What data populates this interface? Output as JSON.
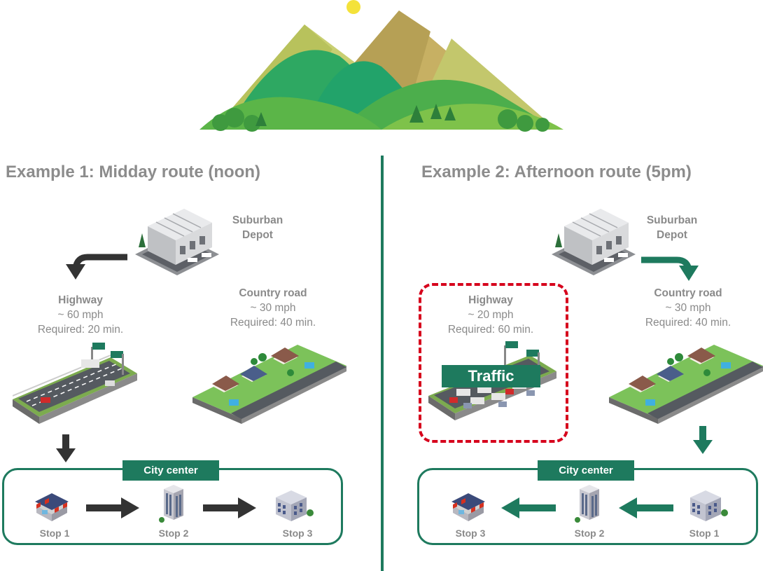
{
  "example1": {
    "title": "Example 1: Midday route (noon)",
    "depot": {
      "line1": "Suburban",
      "line2": "Depot"
    },
    "highway": {
      "name": "Highway",
      "speed": "~ 60 mph",
      "required": "Required: 20 min."
    },
    "country": {
      "name": "Country road",
      "speed": "~ 30 mph",
      "required": "Required: 40 min."
    },
    "city_label": "City center",
    "stops": [
      "Stop 1",
      "Stop 2",
      "Stop 3"
    ]
  },
  "example2": {
    "title": "Example 2: Afternoon route (5pm)",
    "depot": {
      "line1": "Suburban",
      "line2": "Depot"
    },
    "highway": {
      "name": "Highway",
      "speed": "~ 20 mph",
      "required": "Required: 60 min."
    },
    "traffic_label": "Traffic",
    "country": {
      "name": "Country road",
      "speed": "~ 30 mph",
      "required": "Required: 40 min."
    },
    "city_label": "City center",
    "stops": [
      "Stop 3",
      "Stop 2",
      "Stop 1"
    ]
  },
  "colors": {
    "accent": "#1e7a5e",
    "arrow_dark": "#333333",
    "traffic_red": "#d6001c",
    "text_gray": "#8a8a8a",
    "sun": "#f4e23a"
  },
  "icons": [
    "mountains-icon",
    "sun-icon",
    "warehouse-icon",
    "highway-icon",
    "suburb-icon",
    "shop-icon",
    "office-tower-icon",
    "office-building-icon",
    "arrow-icon"
  ]
}
